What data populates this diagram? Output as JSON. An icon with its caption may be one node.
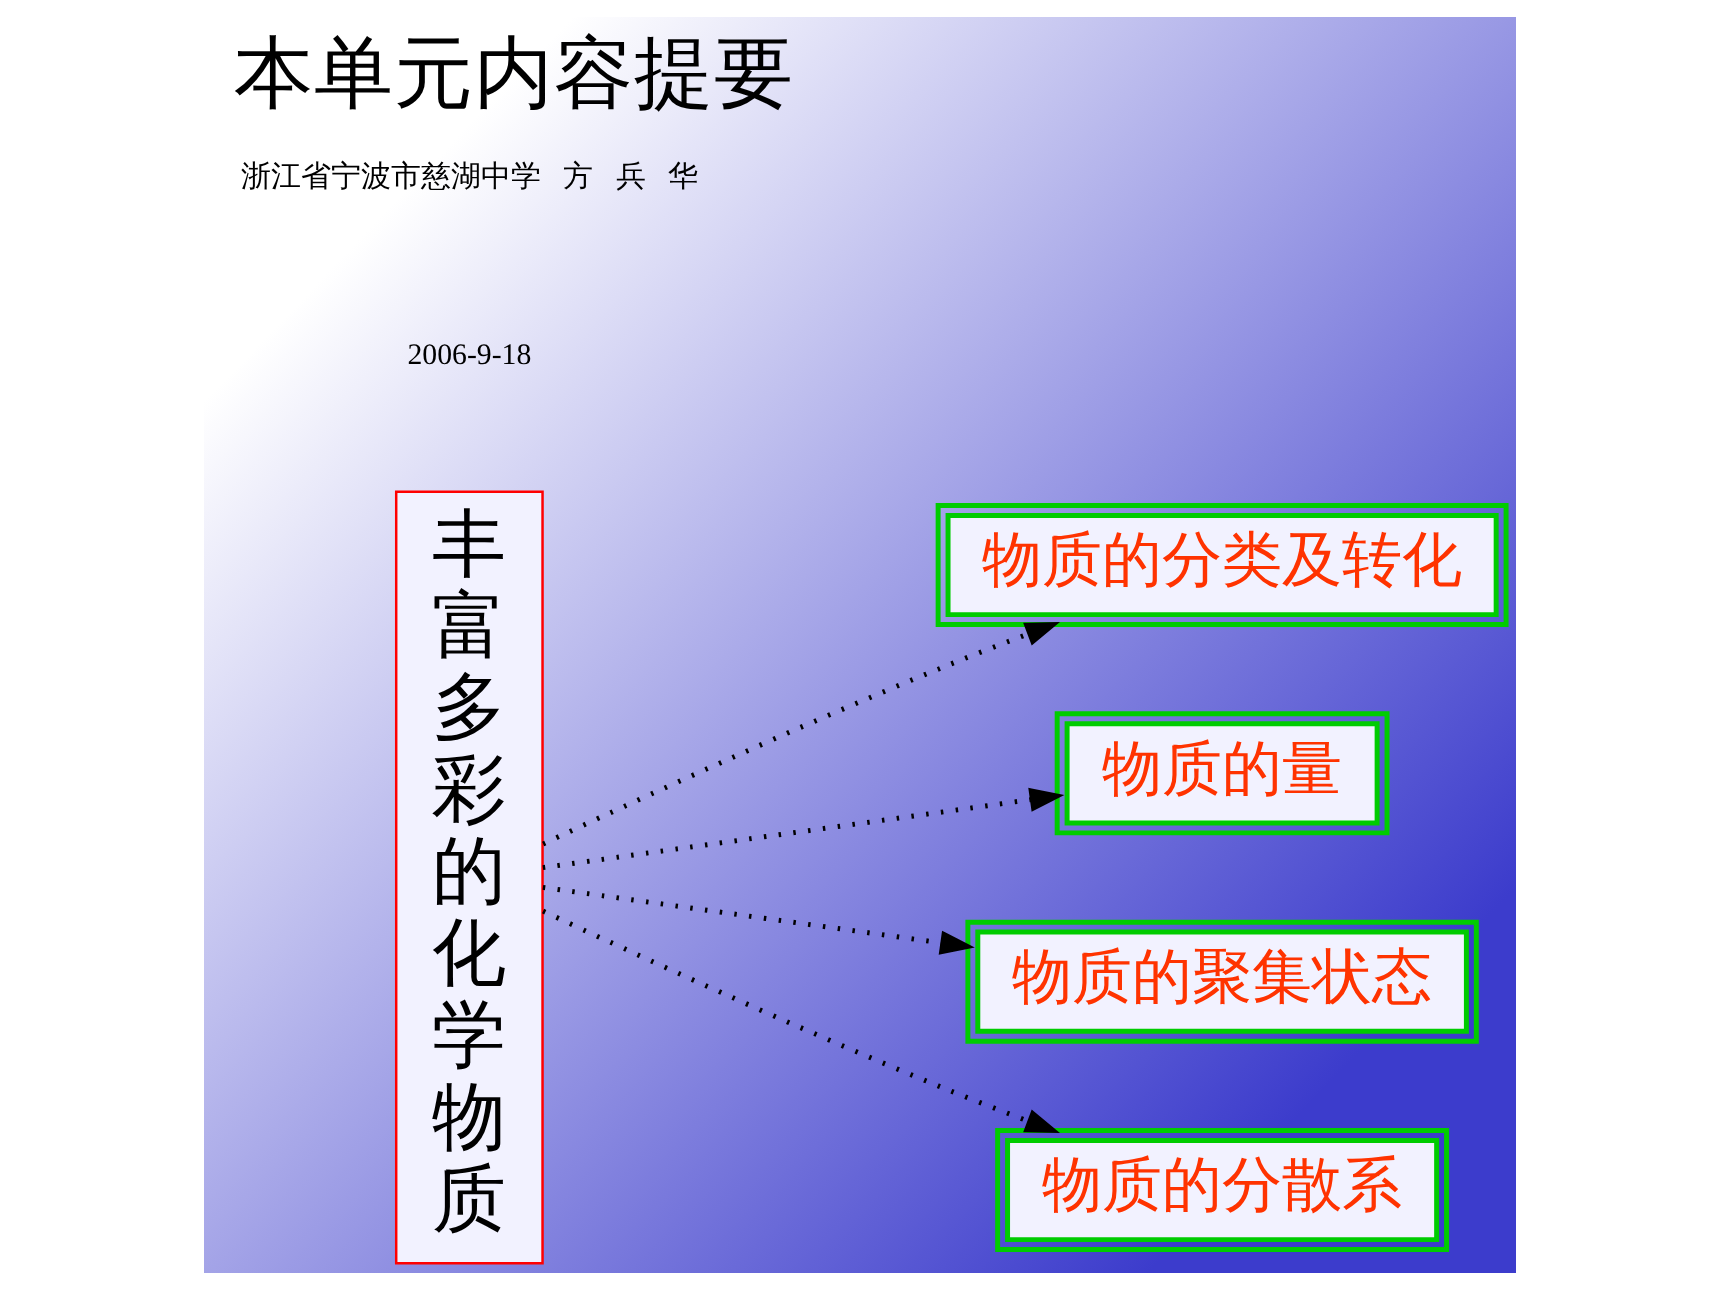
{
  "diagram": {
    "title": "本单元内容提要",
    "nodes": [
      {
        "text": [
          "丰富多彩的化学物质"
        ]
      },
      {
        "text": [
          "物质的分类及转化"
        ]
      },
      {
        "text": [
          "物质的量"
        ]
      },
      {
        "text": [
          "物质的聚集状态"
        ]
      },
      {
        "text": [
          "物质的分散系"
        ]
      }
    ],
    "edges": [
      {
        "from": 0,
        "to": 1,
        "arrow": "to",
        "style": "dashed"
      },
      {
        "from": 0,
        "to": 2,
        "arrow": "to",
        "style": "dashed"
      },
      {
        "from": 0,
        "to": 3,
        "arrow": "to",
        "style": "dashed"
      },
      {
        "from": 0,
        "to": 4,
        "arrow": "to",
        "style": "dashed"
      }
    ],
    "labels": [
      "2006-9-18",
      "浙江省宁波市慈湖中学   方   兵   华"
    ]
  }
}
